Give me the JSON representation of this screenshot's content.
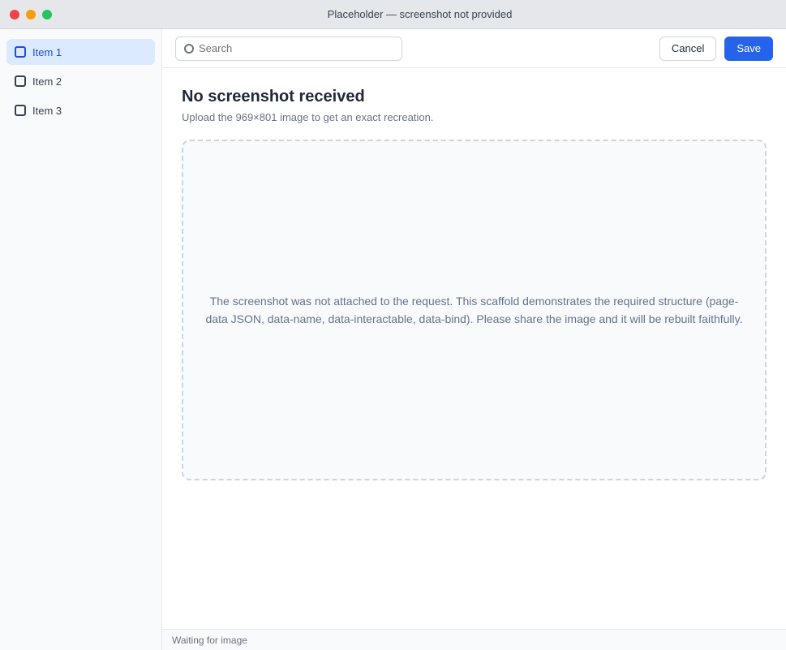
{
  "window": {
    "title": "Placeholder — screenshot not provided"
  },
  "sidebar": {
    "items": [
      {
        "label": "Item 1"
      },
      {
        "label": "Item 2"
      },
      {
        "label": "Item 3"
      }
    ]
  },
  "toolbar": {
    "search_placeholder": "Search",
    "secondary_label": "Cancel",
    "primary_label": "Save"
  },
  "main": {
    "title": "No screenshot received",
    "subtitle": "Upload the 969×801 image to get an exact recreation.",
    "placeholder_text": "The screenshot was not attached to the request. This scaffold demonstrates the required structure (page-data JSON, data-name, data-interactable, data-bind). Please share the image and it will be rebuilt faithfully."
  },
  "status": {
    "text": "Waiting for image"
  }
}
